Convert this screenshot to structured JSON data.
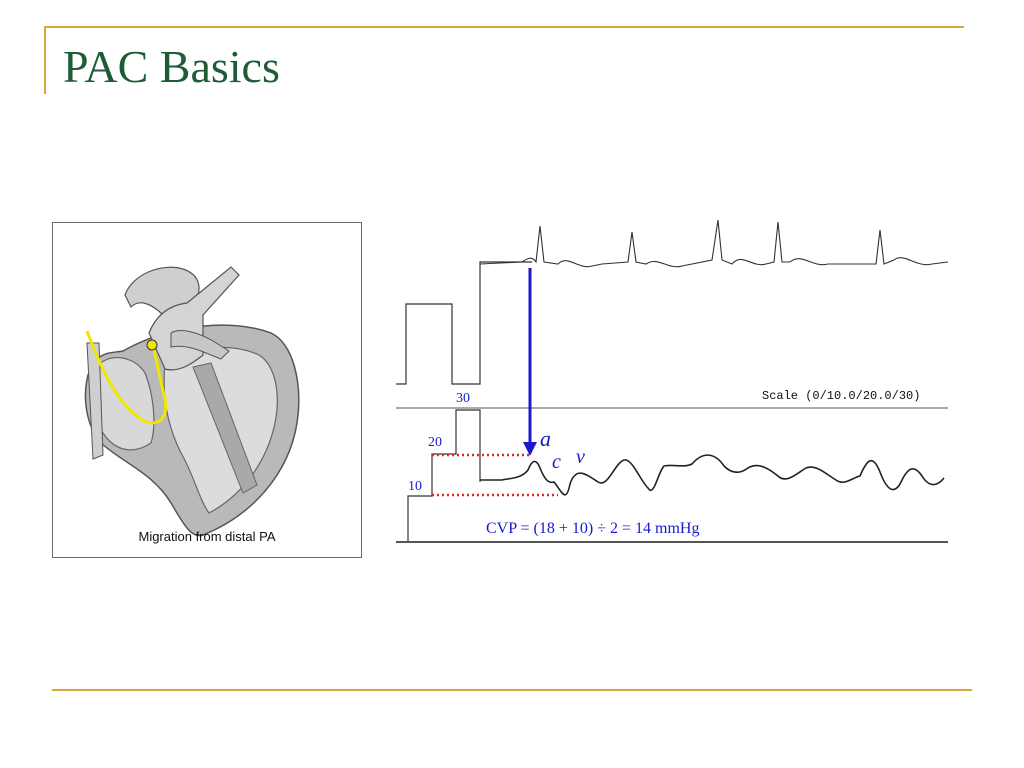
{
  "slide": {
    "title": "PAC Basics",
    "accent_color": "#d9a53a",
    "title_color": "#1d5c34"
  },
  "heart_figure": {
    "caption": "Migration from distal PA",
    "catheter_color": "#f2e600"
  },
  "waveform_figure": {
    "scale_label": "Scale (0/10.0/20.0/30)",
    "steps": [
      "10",
      "20",
      "30"
    ],
    "wave_labels": {
      "a": "a",
      "c": "c",
      "v": "v"
    },
    "formula": "CVP = (18 + 10) ÷ 2 = 14 mmHg",
    "label_color": "#1a1acc",
    "dotted_line_color": "#e0262c"
  }
}
